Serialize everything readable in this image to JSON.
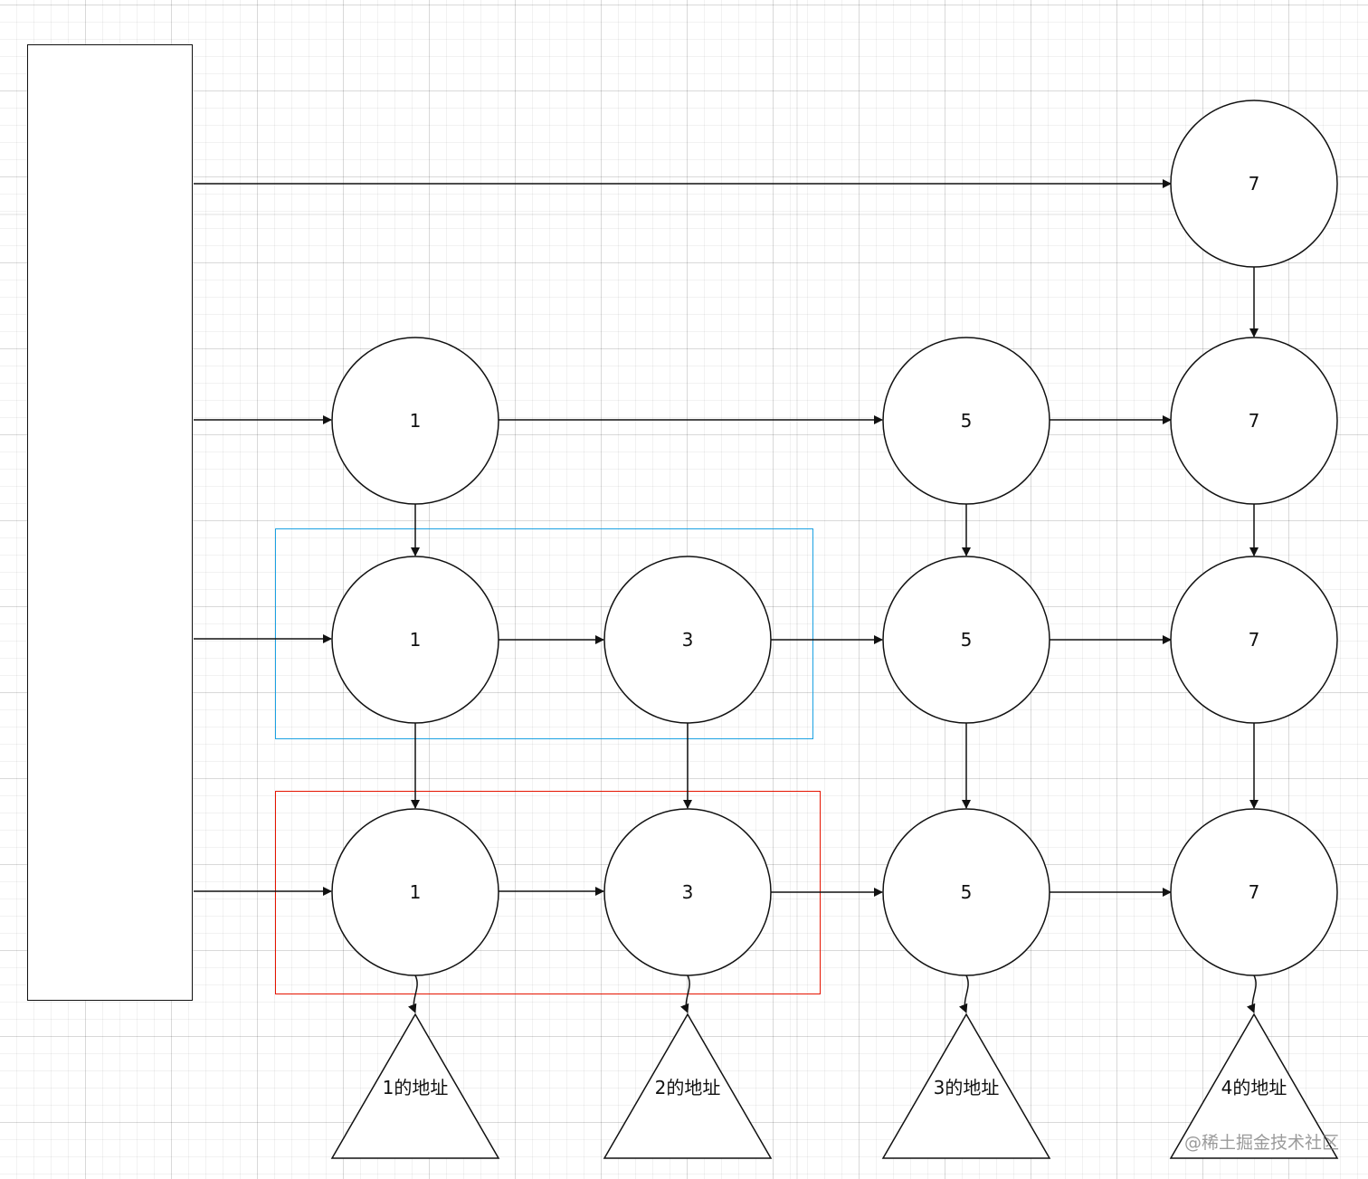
{
  "nodes": {
    "level4": {
      "n7": "7"
    },
    "level3": {
      "n1": "1",
      "n5": "5",
      "n7": "7"
    },
    "level2": {
      "n1": "1",
      "n3": "3",
      "n5": "5",
      "n7": "7"
    },
    "level1": {
      "n1": "1",
      "n3": "3",
      "n5": "5",
      "n7": "7"
    }
  },
  "addresses": {
    "a1": "1的地址",
    "a2": "2的地址",
    "a3": "3的地址",
    "a4": "4的地址"
  },
  "highlight_colors": {
    "blue_box": "#1ba1e2",
    "red_box": "#e51400"
  },
  "watermark": "@稀土掘金技术社区"
}
